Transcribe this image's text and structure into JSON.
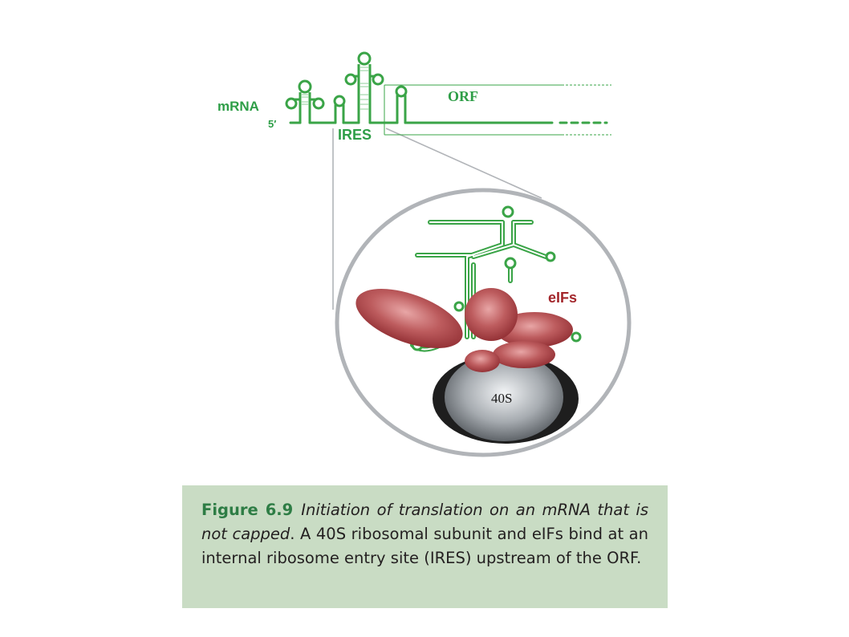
{
  "labels": {
    "mrna": "mRNA",
    "five_prime": "5′",
    "ires": "IRES",
    "orf": "ORF",
    "eifs": "eIFs",
    "ribosome": "40S"
  },
  "caption": {
    "figure_number": "Figure 6.9",
    "italic_text": "Initiation of translation on an mRNA that is not capped",
    "body_text": ". A 40S ribosomal subunit and eIFs bind at an internal ribosome entry site (IRES) upstream of the ORF."
  },
  "colors": {
    "rna_green": "#3aa447",
    "label_green": "#2e9e47",
    "protein_red": "#a8383c",
    "eifs_label": "#a3272c",
    "zoom_circle": "#b1b4b8",
    "caption_bg": "#c9dcc4",
    "caption_accent": "#2e7d45"
  }
}
